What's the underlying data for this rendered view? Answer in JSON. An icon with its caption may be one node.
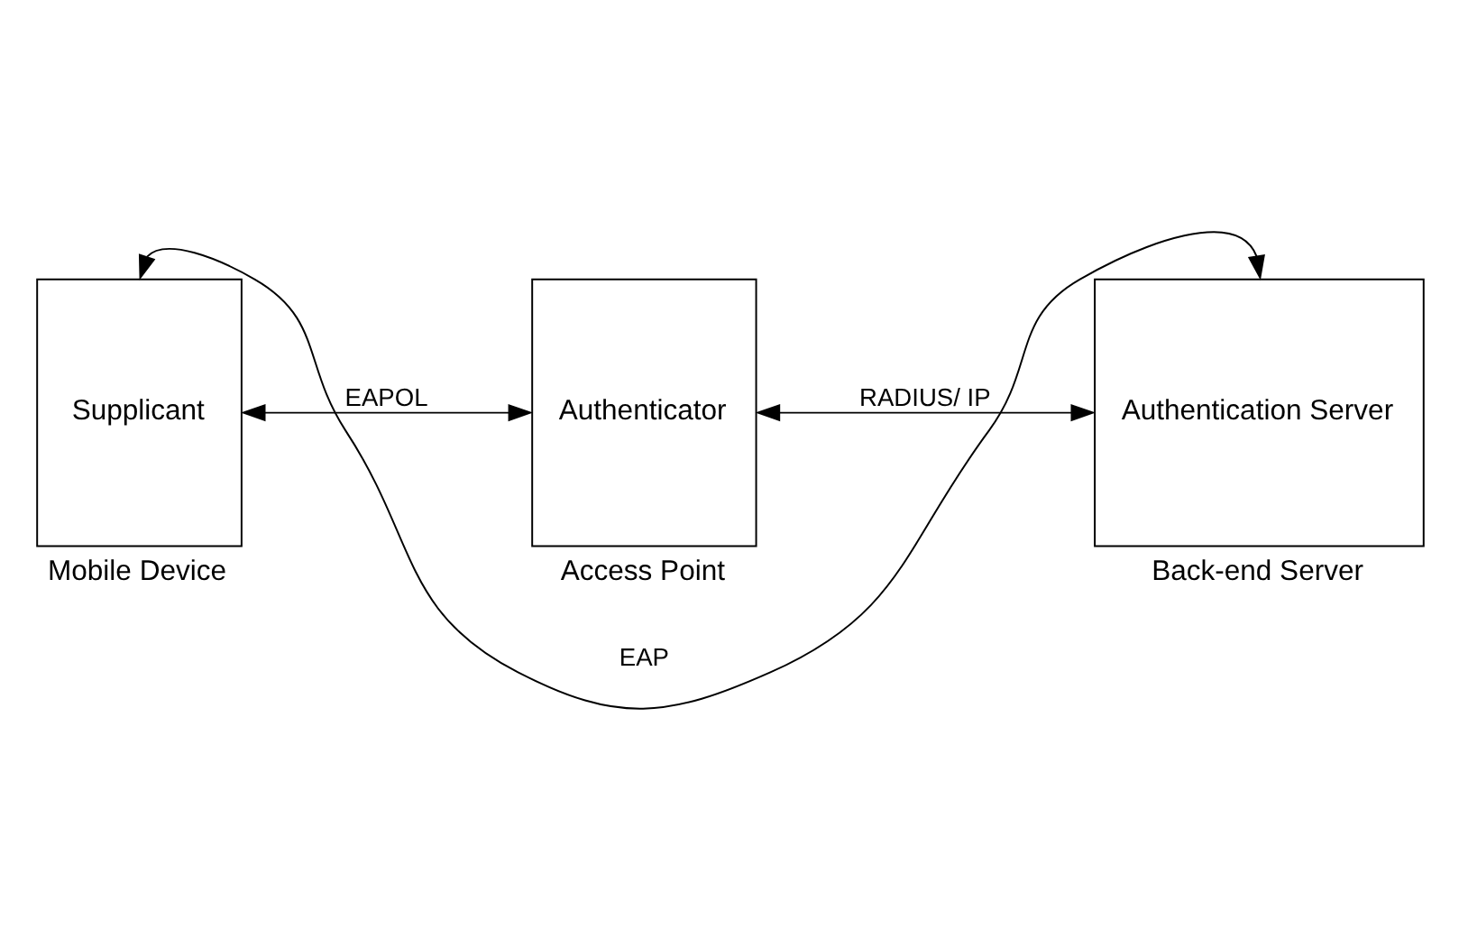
{
  "diagram": {
    "nodes": [
      {
        "text": [
          "Supplicant"
        ],
        "beside": [
          "Mobile Device"
        ]
      },
      {
        "text": [
          "Authenticator"
        ],
        "beside": [
          "Access Point"
        ]
      },
      {
        "text": [
          "Authentication Server"
        ],
        "beside": [
          "Back-end Server"
        ]
      }
    ],
    "edges": [
      {
        "from": 0,
        "to": 2,
        "arrow": "both",
        "label": "EAP"
      },
      {
        "from": 0,
        "to": 1,
        "arrow": "both",
        "label": "EAPOL"
      },
      {
        "from": 1,
        "to": 2,
        "arrow": "both",
        "label": "RADIUS/ IP"
      }
    ]
  }
}
